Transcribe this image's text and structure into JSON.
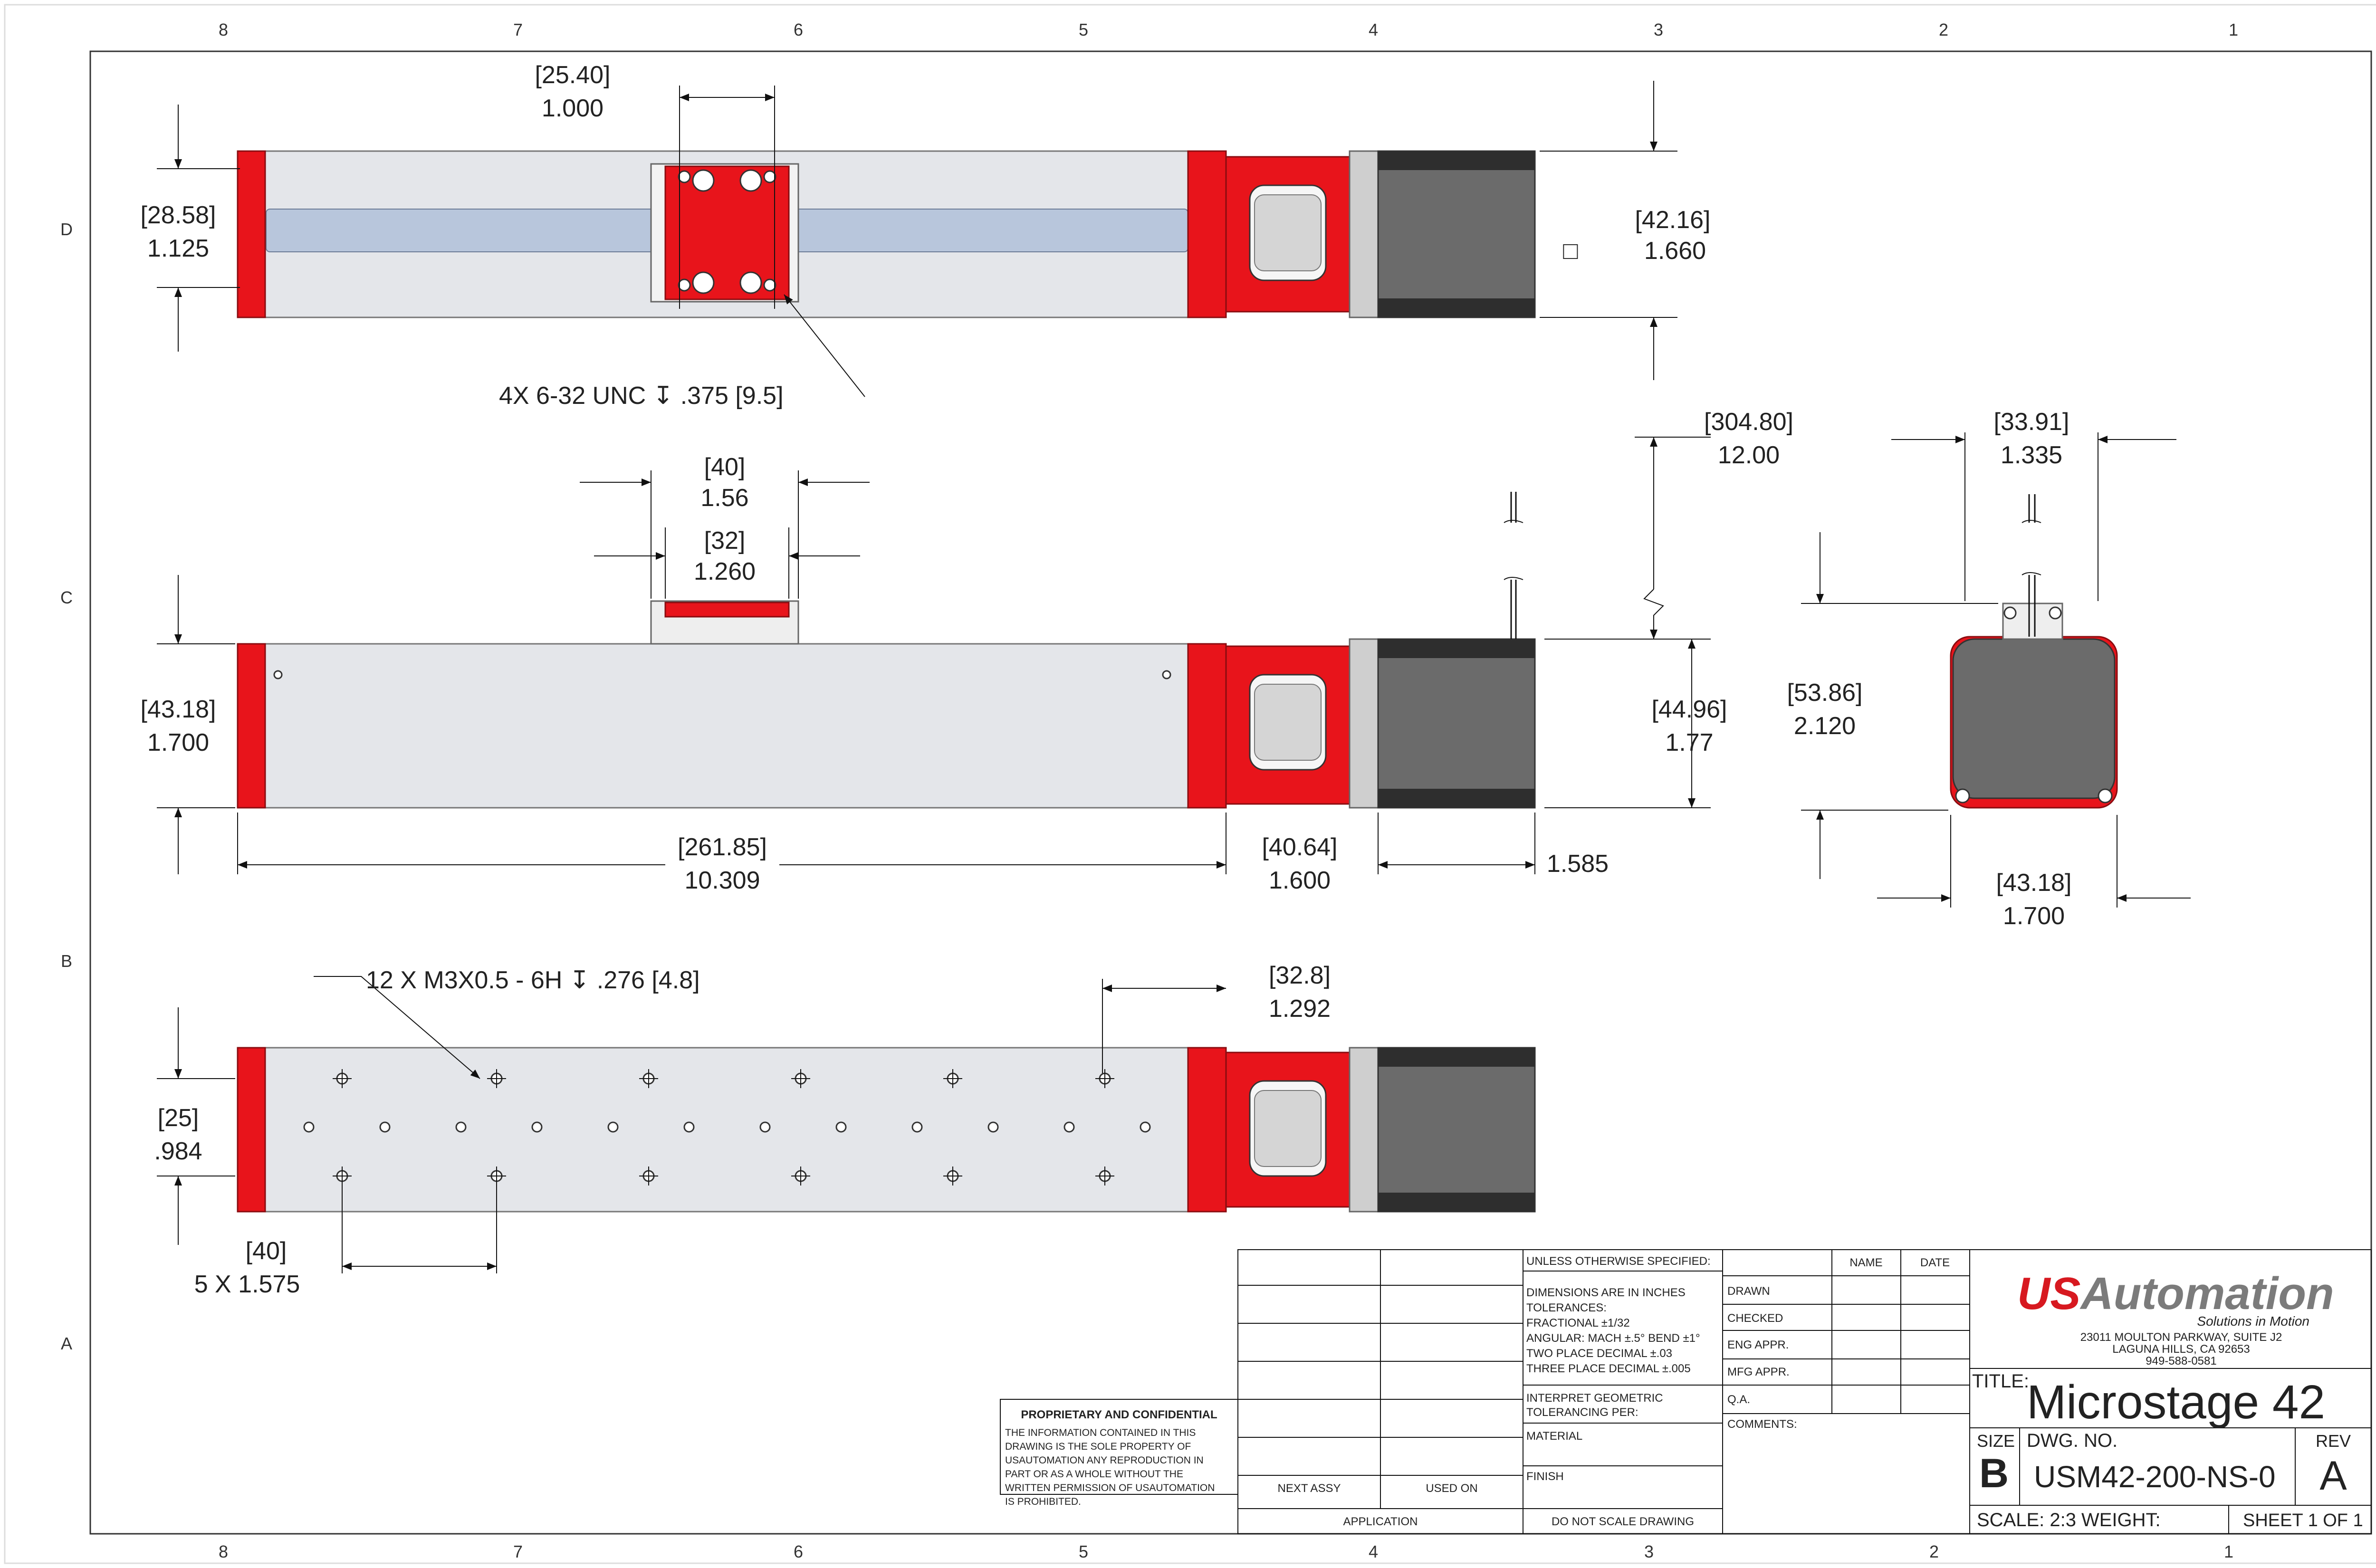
{
  "zones": {
    "columns": [
      "8",
      "7",
      "6",
      "5",
      "4",
      "3",
      "2",
      "1"
    ],
    "rows": [
      "D",
      "C",
      "B",
      "A"
    ]
  },
  "top_view": {
    "dim_carriage_width_mm": "[25.40]",
    "dim_carriage_width_in": "1.000",
    "dim_hole_spacing_mm": "[28.58]",
    "dim_hole_spacing_in": "1.125",
    "dim_motor_mm": "[42.16]",
    "dim_motor_in": "1.660",
    "square_symbol": "□",
    "callout_threads": "4X 6-32 UNC  ↧ .375 [9.5]"
  },
  "side_view": {
    "dim_carriage_len_mm": "[40]",
    "dim_carriage_len_in": "1.56",
    "dim_carriage_inner_mm": "[32]",
    "dim_carriage_inner_in": "1.260",
    "dim_cable_mm": "[304.80]",
    "dim_cable_in": "12.00",
    "dim_height_mm": "[43.18]",
    "dim_height_in": "1.700",
    "dim_motor_h_mm": "[44.96]",
    "dim_motor_h_in": "1.77",
    "dim_body_len_mm": "[261.85]",
    "dim_body_len_in": "10.309",
    "dim_coupler_mm": "[40.64]",
    "dim_coupler_in": "1.600",
    "dim_motor_len_in": "1.585"
  },
  "end_view": {
    "dim_motor_w_mm": "[33.91]",
    "dim_motor_w_in": "1.335",
    "dim_total_h_mm": "[53.86]",
    "dim_total_h_in": "2.120",
    "dim_base_w_mm": "[43.18]",
    "dim_base_w_in": "1.700"
  },
  "bottom_view": {
    "callout_metric": "12 X M3X0.5  - 6H ↧ .276  [4.8]",
    "dim_end_mm": "[32.8]",
    "dim_end_in": "1.292",
    "dim_row_mm": "[25]",
    "dim_row_in": ".984",
    "dim_pitch_mm": "[40]",
    "dim_pitch_in": "5 X 1.575"
  },
  "proprietary": {
    "heading": "PROPRIETARY AND CONFIDENTIAL",
    "lines": [
      "THE INFORMATION CONTAINED IN THIS",
      "DRAWING IS THE SOLE PROPERTY OF",
      "USAUTOMATION ANY REPRODUCTION IN",
      "PART OR AS A WHOLE WITHOUT THE",
      "WRITTEN PERMISSION OF USAUTOMATION",
      "IS PROHIBITED."
    ]
  },
  "title_block": {
    "next_assy": "NEXT ASSY",
    "used_on": "USED ON",
    "application": "APPLICATION",
    "unless": "UNLESS OTHERWISE SPECIFIED:",
    "spec_lines": [
      "DIMENSIONS ARE IN INCHES",
      "TOLERANCES:",
      "FRACTIONAL ±1/32",
      "ANGULAR: MACH ±.5° BEND ±1°",
      "TWO PLACE DECIMAL    ±.03",
      "THREE PLACE DECIMAL  ±.005"
    ],
    "interpret_1": "INTERPRET GEOMETRIC",
    "interpret_2": "TOLERANCING PER:",
    "material": "MATERIAL",
    "finish": "FINISH",
    "do_not_scale": "DO NOT SCALE DRAWING",
    "name_header": "NAME",
    "date_header": "DATE",
    "roles": [
      "DRAWN",
      "CHECKED",
      "ENG APPR.",
      "MFG APPR.",
      "Q.A."
    ],
    "comments": "COMMENTS:",
    "company_logo_us": "US",
    "company_logo_rest": "Automation",
    "tagline": "Solutions in Motion",
    "address_1": "23011 MOULTON PARKWAY, SUITE J2",
    "address_2": "LAGUNA HILLS, CA 92653",
    "phone": "949-588-0581",
    "title_label": "TITLE:",
    "title_value": "Microstage 42",
    "size_label": "SIZE",
    "size_value": "B",
    "dwg_label": "DWG.  NO.",
    "dwg_value": "USM42-200-NS-0",
    "rev_label": "REV",
    "rev_value": "A",
    "scale": "SCALE: 2:3",
    "weight": "WEIGHT:",
    "sheet": "SHEET 1 OF 1"
  },
  "colors": {
    "red_part": "#e8141b",
    "aluminum": "#e4e6ea",
    "motor": "#6b6b6b",
    "rod": "#b8c6dc"
  }
}
